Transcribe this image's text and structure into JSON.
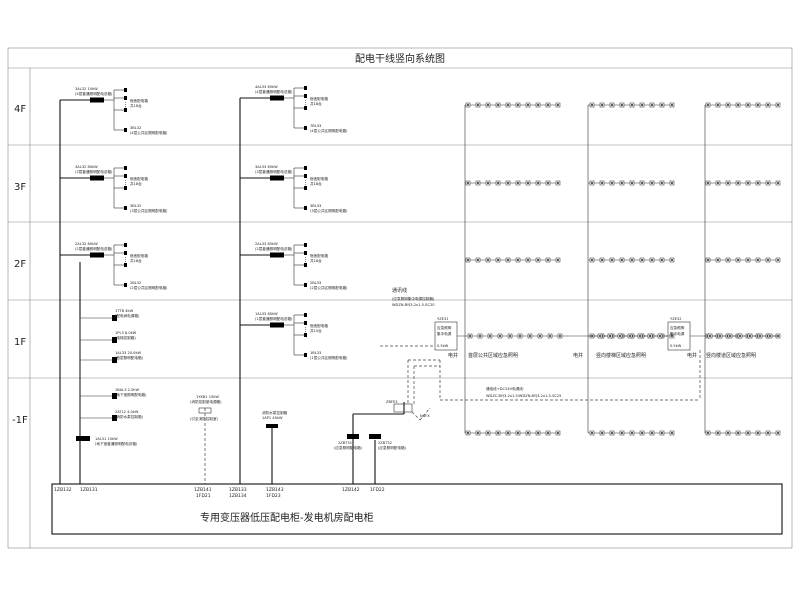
{
  "title": "配电干线竖向系统图",
  "floors": [
    "4F",
    "3F",
    "2F",
    "1F",
    "-1F"
  ],
  "main_panel_label": "专用变压器低压配电柜-发电机房配电柜",
  "feeder_ids": [
    "1ZB132",
    "1ZB131",
    "1ZB141",
    "1FD21",
    "1ZB133",
    "1ZB134",
    "1ZB143",
    "1FD23",
    "1ZB142",
    "1FD22"
  ],
  "col1": {
    "4F": {
      "box": "3AL32 10kW",
      "desc": "(4层普通照明配电总箱)",
      "load": "宿舍配电箱",
      "count": "共18台",
      "sub_id": "3BL32",
      "sub_desc": "(4层公共区照明配电箱)"
    },
    "3F": {
      "box": "3AL32 80kW",
      "desc": "(3层普通照明配电总箱)",
      "load": "宿舍配电箱",
      "count": "共18台",
      "sub_id": "3BL32",
      "sub_desc": "(3层公共区照明配电箱)"
    },
    "2F": {
      "box": "2AL32 80kW",
      "desc": "(2层普通照明配电总箱)",
      "load": "宿舍配电箱",
      "count": "共18台",
      "sub_id": "2BL32",
      "sub_desc": "(2层公共区照明配电箱)"
    },
    "1F": [
      {
        "id": "1TTB 4kW",
        "desc": "(配电间电源箱)"
      },
      {
        "id": "1PL3 8.0kW",
        "desc": "(电梯控制箱)"
      },
      {
        "id": "1AL33 20.0kW",
        "desc": "(首层照明配电箱)"
      }
    ],
    "-1F": [
      {
        "id": "1BAL3 2.0kW",
        "desc": "(地下室照明配电箱)"
      },
      {
        "id": "2ATL2 4.0kW",
        "desc": "(消防水泵控制箱)"
      },
      {
        "id": "1AL31 10kW",
        "desc": "(地下室普通照明配电总箱)"
      }
    ]
  },
  "col2": {
    "4F": {
      "box": "4AL33 65kW",
      "desc": "(4层普通照明配电总箱)",
      "load": "宿舍配电箱",
      "count": "共18台",
      "sub_id": "7BL33",
      "sub_desc": "(4层公共区照明配电箱)"
    },
    "3F": {
      "box": "3AL33 65kW",
      "desc": "(3层普通照明配电总箱)",
      "load": "宿舍配电箱",
      "count": "共18台",
      "sub_id": "3BL33",
      "sub_desc": "(3层公共区照明配电箱)"
    },
    "2F": {
      "box": "2AL33 65kW",
      "desc": "(2层普通照明配电总箱)",
      "load": "宿舍配电箱",
      "count": "共18台",
      "sub_id": "2BL33",
      "sub_desc": "(2层公共区照明配电箱)"
    },
    "1F": {
      "box": "1AL33 65kW",
      "desc": "(1层普通照明配电总箱)",
      "load": "宿舍配电箱",
      "count": "共15台",
      "sub_id": "1BL33",
      "sub_desc": "(1层公共区照明配电箱)"
    }
  },
  "basement": {
    "fire_box": {
      "id": "1YKB1 10kW",
      "desc": "(消防控制室电源箱)",
      "desc2": "(引至消防控制室)"
    },
    "pump": {
      "id": "消防水泵控制箱",
      "desc": "1AP1 45kW"
    },
    "zbfe3": "ZBFE3",
    "nafx": "NAFX",
    "box_l": {
      "id": "2ZBT31",
      "desc": "(应急照明配电箱)"
    },
    "box_r": {
      "id": "2ZBT32",
      "desc": "(应急照明配电箱)"
    }
  },
  "comm": {
    "label": "通讯线",
    "cable1": "(应急照明集中电源控制器)",
    "cable1b": "WDZN-BYJ3-2x1.5-SC20",
    "node_mid": {
      "id": "YZE31",
      "l1": "应急照明",
      "l2": "集中电源",
      "l3": "0.5kW"
    },
    "node_right": {
      "id": "YZE32",
      "l1": "应急照明",
      "l2": "集中电源",
      "l3": "0.5kW"
    },
    "zone1": "首层公共区域应急照明",
    "zone2": "竖向楼梯区域应急照明",
    "zone3": "竖向楼道区域应急照明",
    "shaft1": "电井",
    "shaft2": "电井",
    "shaft3": "电井",
    "comm2": "通信线+DC24V电源线:",
    "comm2b": "WDZC-BYJ3-2x1.5/WDZN-BYJ3-2x1.5-SC25"
  }
}
